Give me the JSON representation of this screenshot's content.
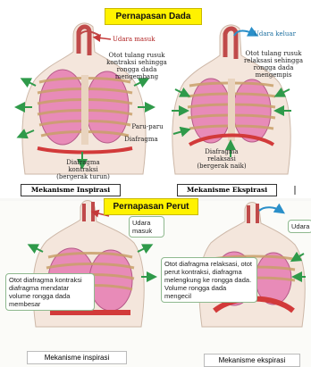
{
  "top": {
    "title": "Pernapasan Dada",
    "left": {
      "air_in": "Udara masuk",
      "ribs_note": "Otot tulang rusuk kontraksi sehingga rongga dada mengembang",
      "lungs": "Paru-paru",
      "diaphragm": "Diafragma",
      "diaphragm_state": "Diafragma kontraksi (bergerak turun)",
      "caption": "Mekanisme Inspirasi"
    },
    "right": {
      "air_out": "Udara keluar",
      "ribs_note": "Otot tulang rusuk relaksasi sehingga rongga dada mengempis",
      "diaphragm_state": "Diafragma relaksasi (bergerak naik)",
      "caption": "Mekanisme Ekspirasi"
    }
  },
  "bottom": {
    "title": "Pernapasan Perut",
    "left": {
      "air_in": "Udara masuk",
      "note": "Otot diafragma kontraksi diafragma mendatar volume rongga dada membesar",
      "caption": "Mekanisme inspirasi"
    },
    "right": {
      "air_out": "Udara kelua",
      "note": "Otot diafragma relaksasi, otot perut kontraksi, diafragma melengkung ke rongga dada. Volume rongga dada mengecil",
      "caption": "Mekanisme ekspirasi"
    }
  },
  "colors": {
    "title_bg": "#fff200",
    "lung": "#e88bb8",
    "diaphragm": "#d23a3a",
    "arrow_green": "#2f9a4a",
    "arrow_blue": "#2a8fc9",
    "skin": "#f4e6dc"
  }
}
